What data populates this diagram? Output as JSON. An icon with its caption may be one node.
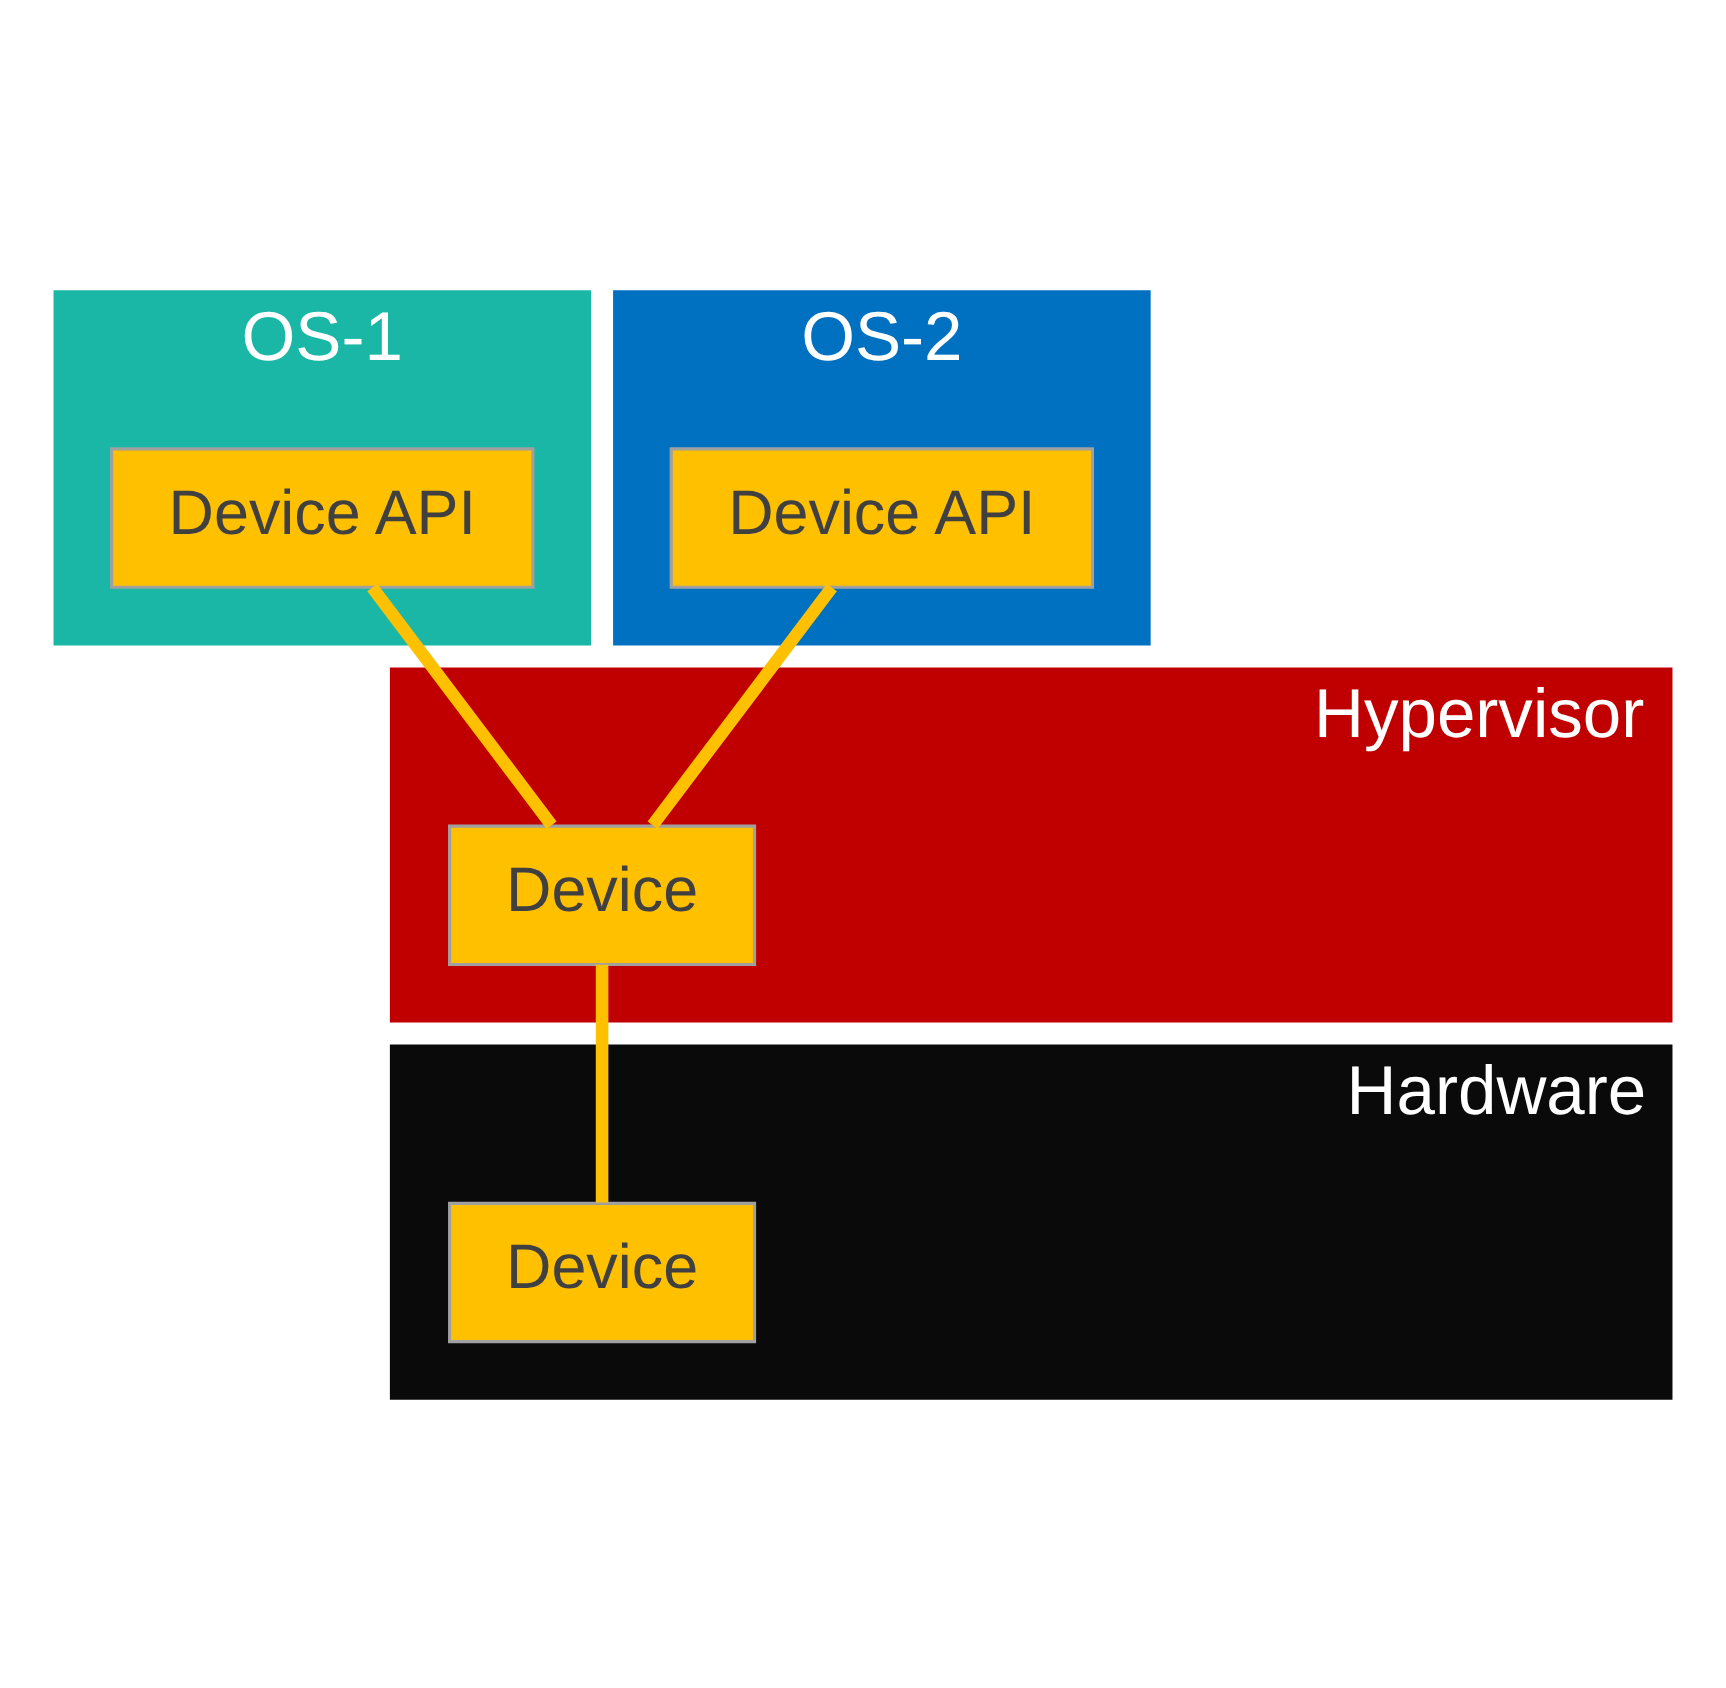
{
  "diagram": {
    "nodes": [
      {
        "text": [
          "OS-1"
        ]
      },
      {
        "text": [
          "Device API"
        ],
        "in": 0
      },
      {
        "text": [
          "OS-2"
        ]
      },
      {
        "text": [
          "Device API"
        ],
        "in": 2
      },
      {
        "text": [
          "Hypervisor"
        ]
      },
      {
        "text": [
          "Device"
        ],
        "in": 4
      },
      {
        "text": [
          "Hardware"
        ]
      },
      {
        "text": [
          "Device"
        ],
        "in": 6
      }
    ],
    "edges": [
      {
        "from": 1,
        "to": 5,
        "arrow": "none"
      },
      {
        "from": 3,
        "to": 5,
        "arrow": "none"
      },
      {
        "from": 5,
        "to": 7,
        "arrow": "none"
      }
    ]
  }
}
